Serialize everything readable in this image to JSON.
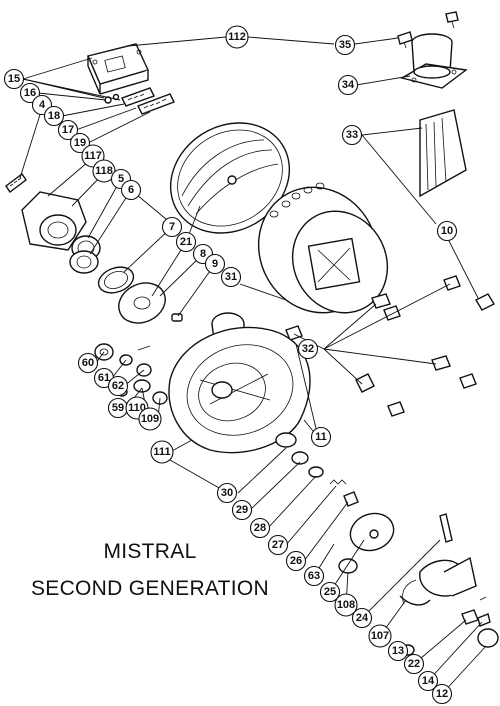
{
  "title": {
    "line1": "MISTRAL",
    "line2": "SECOND GENERATION"
  },
  "callouts": [
    {
      "id": "c112",
      "label": "112"
    },
    {
      "id": "c35",
      "label": "35"
    },
    {
      "id": "c15",
      "label": "15"
    },
    {
      "id": "c16",
      "label": "16"
    },
    {
      "id": "c4",
      "label": "4"
    },
    {
      "id": "c18a",
      "label": "18"
    },
    {
      "id": "c17a",
      "label": "17"
    },
    {
      "id": "c19",
      "label": "19"
    },
    {
      "id": "c34",
      "label": "34"
    },
    {
      "id": "c33",
      "label": "33"
    },
    {
      "id": "c117",
      "label": "117"
    },
    {
      "id": "c118",
      "label": "118"
    },
    {
      "id": "c5",
      "label": "5"
    },
    {
      "id": "c6",
      "label": "6"
    },
    {
      "id": "c7",
      "label": "7"
    },
    {
      "id": "c21",
      "label": "21"
    },
    {
      "id": "c8",
      "label": "8"
    },
    {
      "id": "c9",
      "label": "9"
    },
    {
      "id": "c31",
      "label": "31"
    },
    {
      "id": "c10",
      "label": "10"
    },
    {
      "id": "c32",
      "label": "32"
    },
    {
      "id": "c60",
      "label": "60"
    },
    {
      "id": "c61",
      "label": "61"
    },
    {
      "id": "c62",
      "label": "62"
    },
    {
      "id": "c59",
      "label": "59"
    },
    {
      "id": "c110",
      "label": "110"
    },
    {
      "id": "c109",
      "label": "109"
    },
    {
      "id": "c111",
      "label": "111"
    },
    {
      "id": "c11",
      "label": "11"
    },
    {
      "id": "c30",
      "label": "30"
    },
    {
      "id": "c29",
      "label": "29"
    },
    {
      "id": "c28",
      "label": "28"
    },
    {
      "id": "c27",
      "label": "27"
    },
    {
      "id": "c26",
      "label": "26"
    },
    {
      "id": "c63",
      "label": "63"
    },
    {
      "id": "c25",
      "label": "25"
    },
    {
      "id": "c108",
      "label": "108"
    },
    {
      "id": "c24",
      "label": "24"
    },
    {
      "id": "c107",
      "label": "107"
    },
    {
      "id": "c13",
      "label": "13"
    },
    {
      "id": "c22",
      "label": "22"
    },
    {
      "id": "c14",
      "label": "14"
    },
    {
      "id": "c12",
      "label": "12"
    }
  ]
}
